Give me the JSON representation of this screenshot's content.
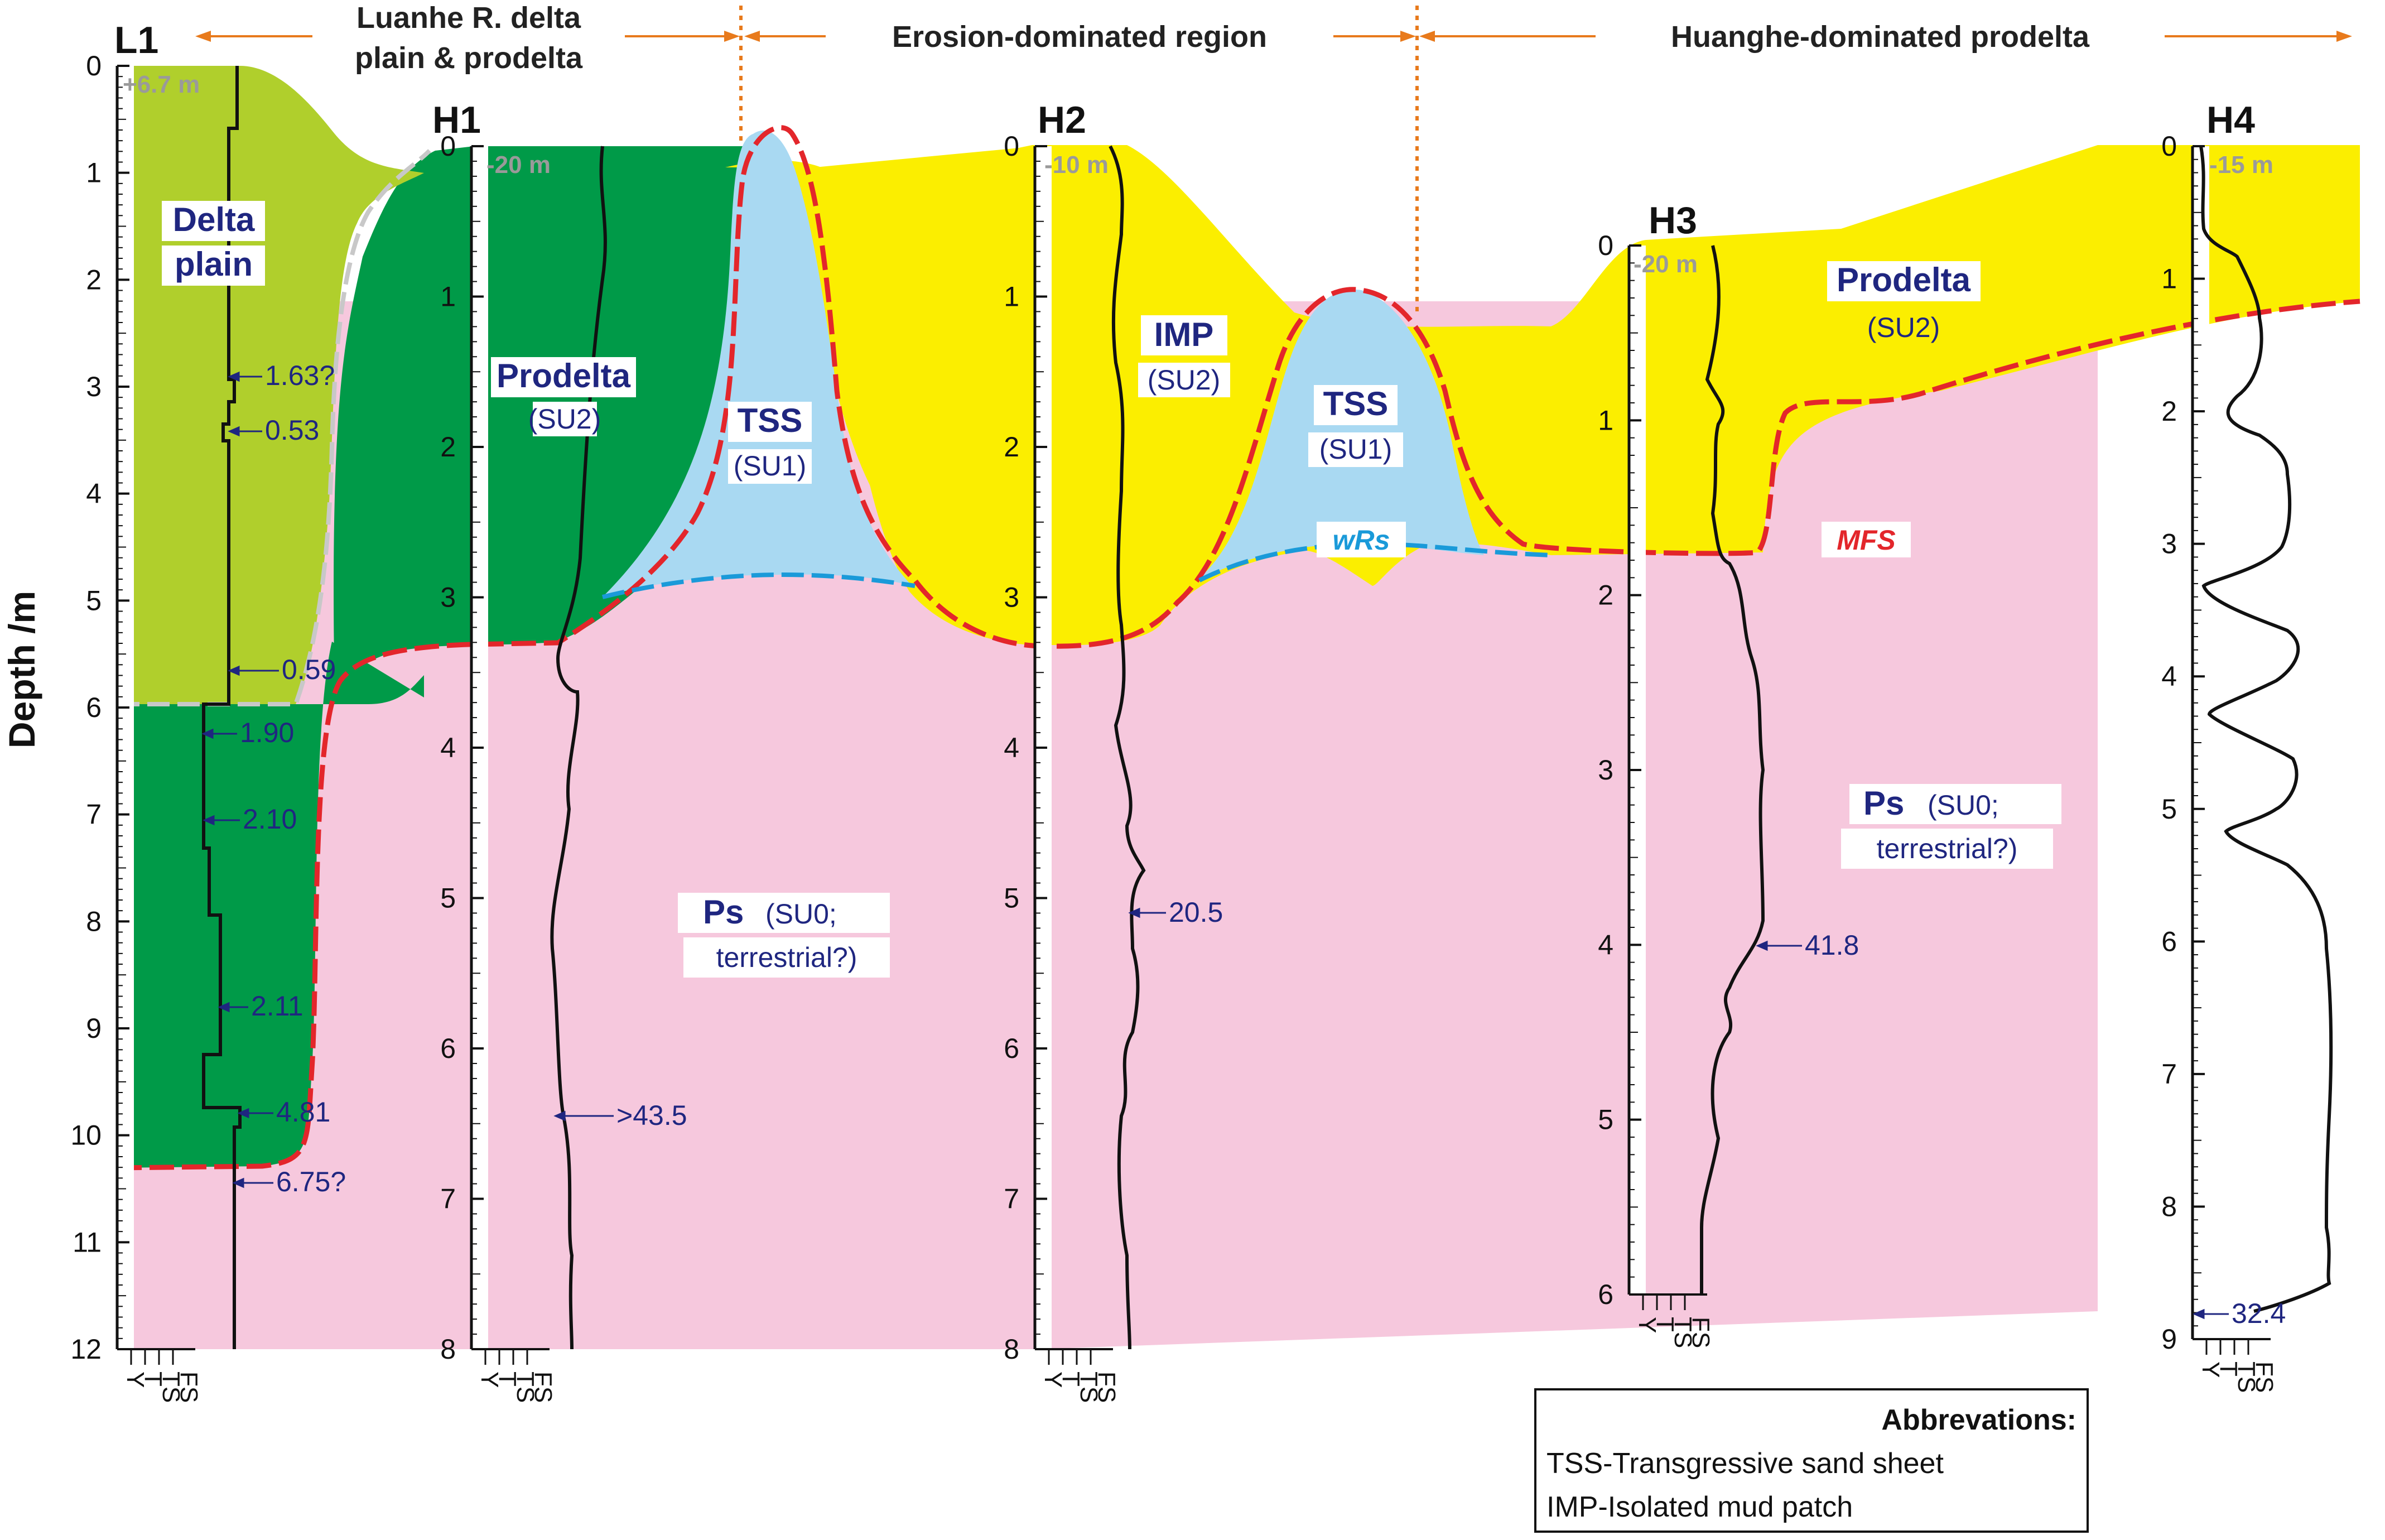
{
  "regions": [
    {
      "title_line1": "Luanhe R. delta",
      "title_line2": "plain & prodelta"
    },
    {
      "title_line1": "Erosion-dominated region",
      "title_line2": ""
    },
    {
      "title_line1": "Huanghe-dominated prodelta",
      "title_line2": ""
    }
  ],
  "y_axis_label": "Depth /m",
  "cores": [
    {
      "name": "L1",
      "elevation": "+6.7 m",
      "ticks": [
        "0",
        "1",
        "2",
        "3",
        "4",
        "5",
        "6",
        "7",
        "8",
        "9",
        "10",
        "11",
        "12"
      ]
    },
    {
      "name": "H1",
      "elevation": "-20 m",
      "ticks": [
        "0",
        "1",
        "2",
        "3",
        "4",
        "5",
        "6",
        "7",
        "8"
      ]
    },
    {
      "name": "H2",
      "elevation": "-10 m",
      "ticks": [
        "0",
        "1",
        "2",
        "3",
        "4",
        "5",
        "6",
        "7",
        "8"
      ]
    },
    {
      "name": "H3",
      "elevation": "-20 m",
      "ticks": [
        "0",
        "1",
        "2",
        "3",
        "4",
        "5",
        "6"
      ]
    },
    {
      "name": "H4",
      "elevation": "-15 m",
      "ticks": [
        "0",
        "1",
        "2",
        "3",
        "4",
        "5",
        "6",
        "7",
        "8",
        "9"
      ]
    }
  ],
  "units": {
    "delta_plain_1": "Delta",
    "delta_plain_2": "plain",
    "prodelta_h1": "Prodelta",
    "prodelta_h1_sub": "(SU2)",
    "tss_a": "TSS",
    "tss_a_sub": "(SU1)",
    "imp": "IMP",
    "imp_sub": "(SU2)",
    "tss_b": "TSS",
    "tss_b_sub": "(SU1)",
    "prodelta_right": "Prodelta",
    "prodelta_right_sub": "(SU2)",
    "ps_left": "Ps",
    "ps_left_sub1": "(SU0;",
    "ps_left_sub2": "terrestrial?)",
    "ps_right": "Ps",
    "ps_right_sub1": "(SU0;",
    "ps_right_sub2": "terrestrial?)"
  },
  "surfaces": {
    "wrs": "wRs",
    "mfs": "MFS"
  },
  "ages": {
    "l1": [
      "1.63?",
      "0.53",
      "0.59",
      "1.90",
      "2.10",
      "2.11",
      "4.81",
      "6.75?"
    ],
    "h1": ">43.5",
    "h2": "20.5",
    "h3": "41.8",
    "h4": "32.4"
  },
  "sediment_labels": [
    "Y",
    "T",
    "TS",
    "FS"
  ],
  "abbreviations": {
    "title": "Abbrevations:",
    "items": [
      "TSS-Transgressive sand sheet",
      "IMP-Isolated mud patch"
    ]
  },
  "colors": {
    "delta_plain": "#b0cf2c",
    "prodelta_green": "#009a48",
    "prodelta_yellow": "#fbee00",
    "tss": "#a9d9f2",
    "ps": "#f6c8dd",
    "mfs_line": "#e3262b",
    "wrs_line": "#1a9ad9",
    "region_arrow": "#e87a1c",
    "age_text": "#1f2680"
  }
}
